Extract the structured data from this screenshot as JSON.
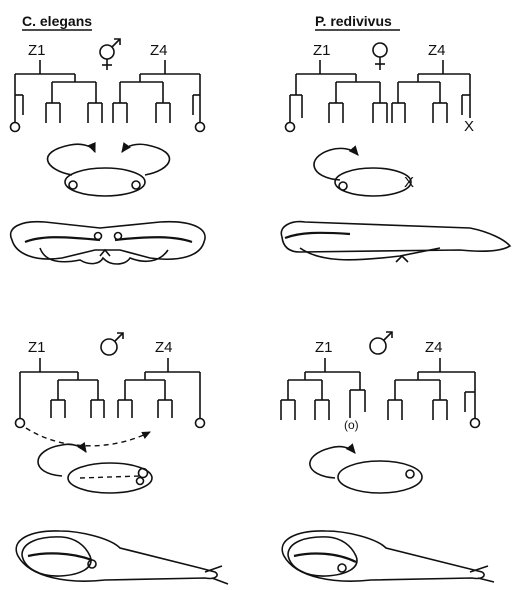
{
  "panels": {
    "top_left": {
      "header": "C. elegans",
      "left_cell": "Z1",
      "right_cell": "Z4",
      "sex": "hermaphrodite"
    },
    "top_right": {
      "header": "P. redivivus",
      "left_cell": "Z1",
      "right_cell": "Z4",
      "sex": "female"
    },
    "bottom_left": {
      "left_cell": "Z1",
      "right_cell": "Z4",
      "sex": "male"
    },
    "bottom_right": {
      "left_cell": "Z1",
      "right_cell": "Z4",
      "sex": "male",
      "extra_label": "(o)"
    }
  },
  "symbols": {
    "hermaphrodite": "⚥",
    "female": "♀",
    "male": "♂",
    "x_mark": "X"
  }
}
